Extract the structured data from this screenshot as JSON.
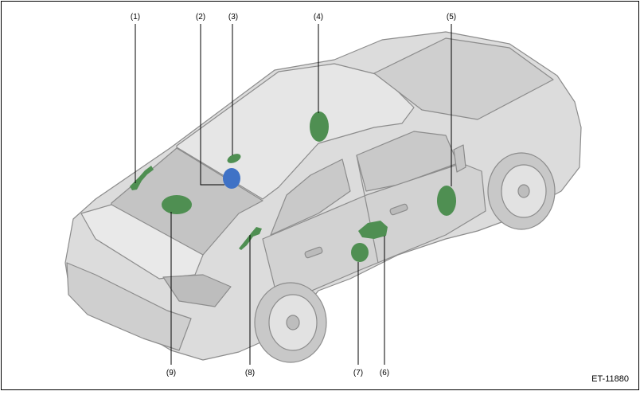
{
  "figure_id": "ET-11880",
  "colors": {
    "body_fill": "#d8d8d8",
    "body_stroke": "#8c8c8c",
    "glass": "#b9b9b9",
    "part_green": "#4f8f52",
    "part_blue": "#3f72c6",
    "leader": "#000000"
  },
  "callouts": [
    {
      "label": "(1)",
      "part": "green-bracket-part"
    },
    {
      "label": "(2)",
      "part": "blue-round-part"
    },
    {
      "label": "(3)",
      "part": "green-small-part"
    },
    {
      "label": "(4)",
      "part": "roof-panel-part"
    },
    {
      "label": "(5)",
      "part": "front-door-part"
    },
    {
      "label": "(6)",
      "part": "rear-door-upper-part"
    },
    {
      "label": "(7)",
      "part": "rear-door-lower-part"
    },
    {
      "label": "(8)",
      "part": "c-pillar-part"
    },
    {
      "label": "(9)",
      "part": "trunk-lid-part"
    }
  ]
}
